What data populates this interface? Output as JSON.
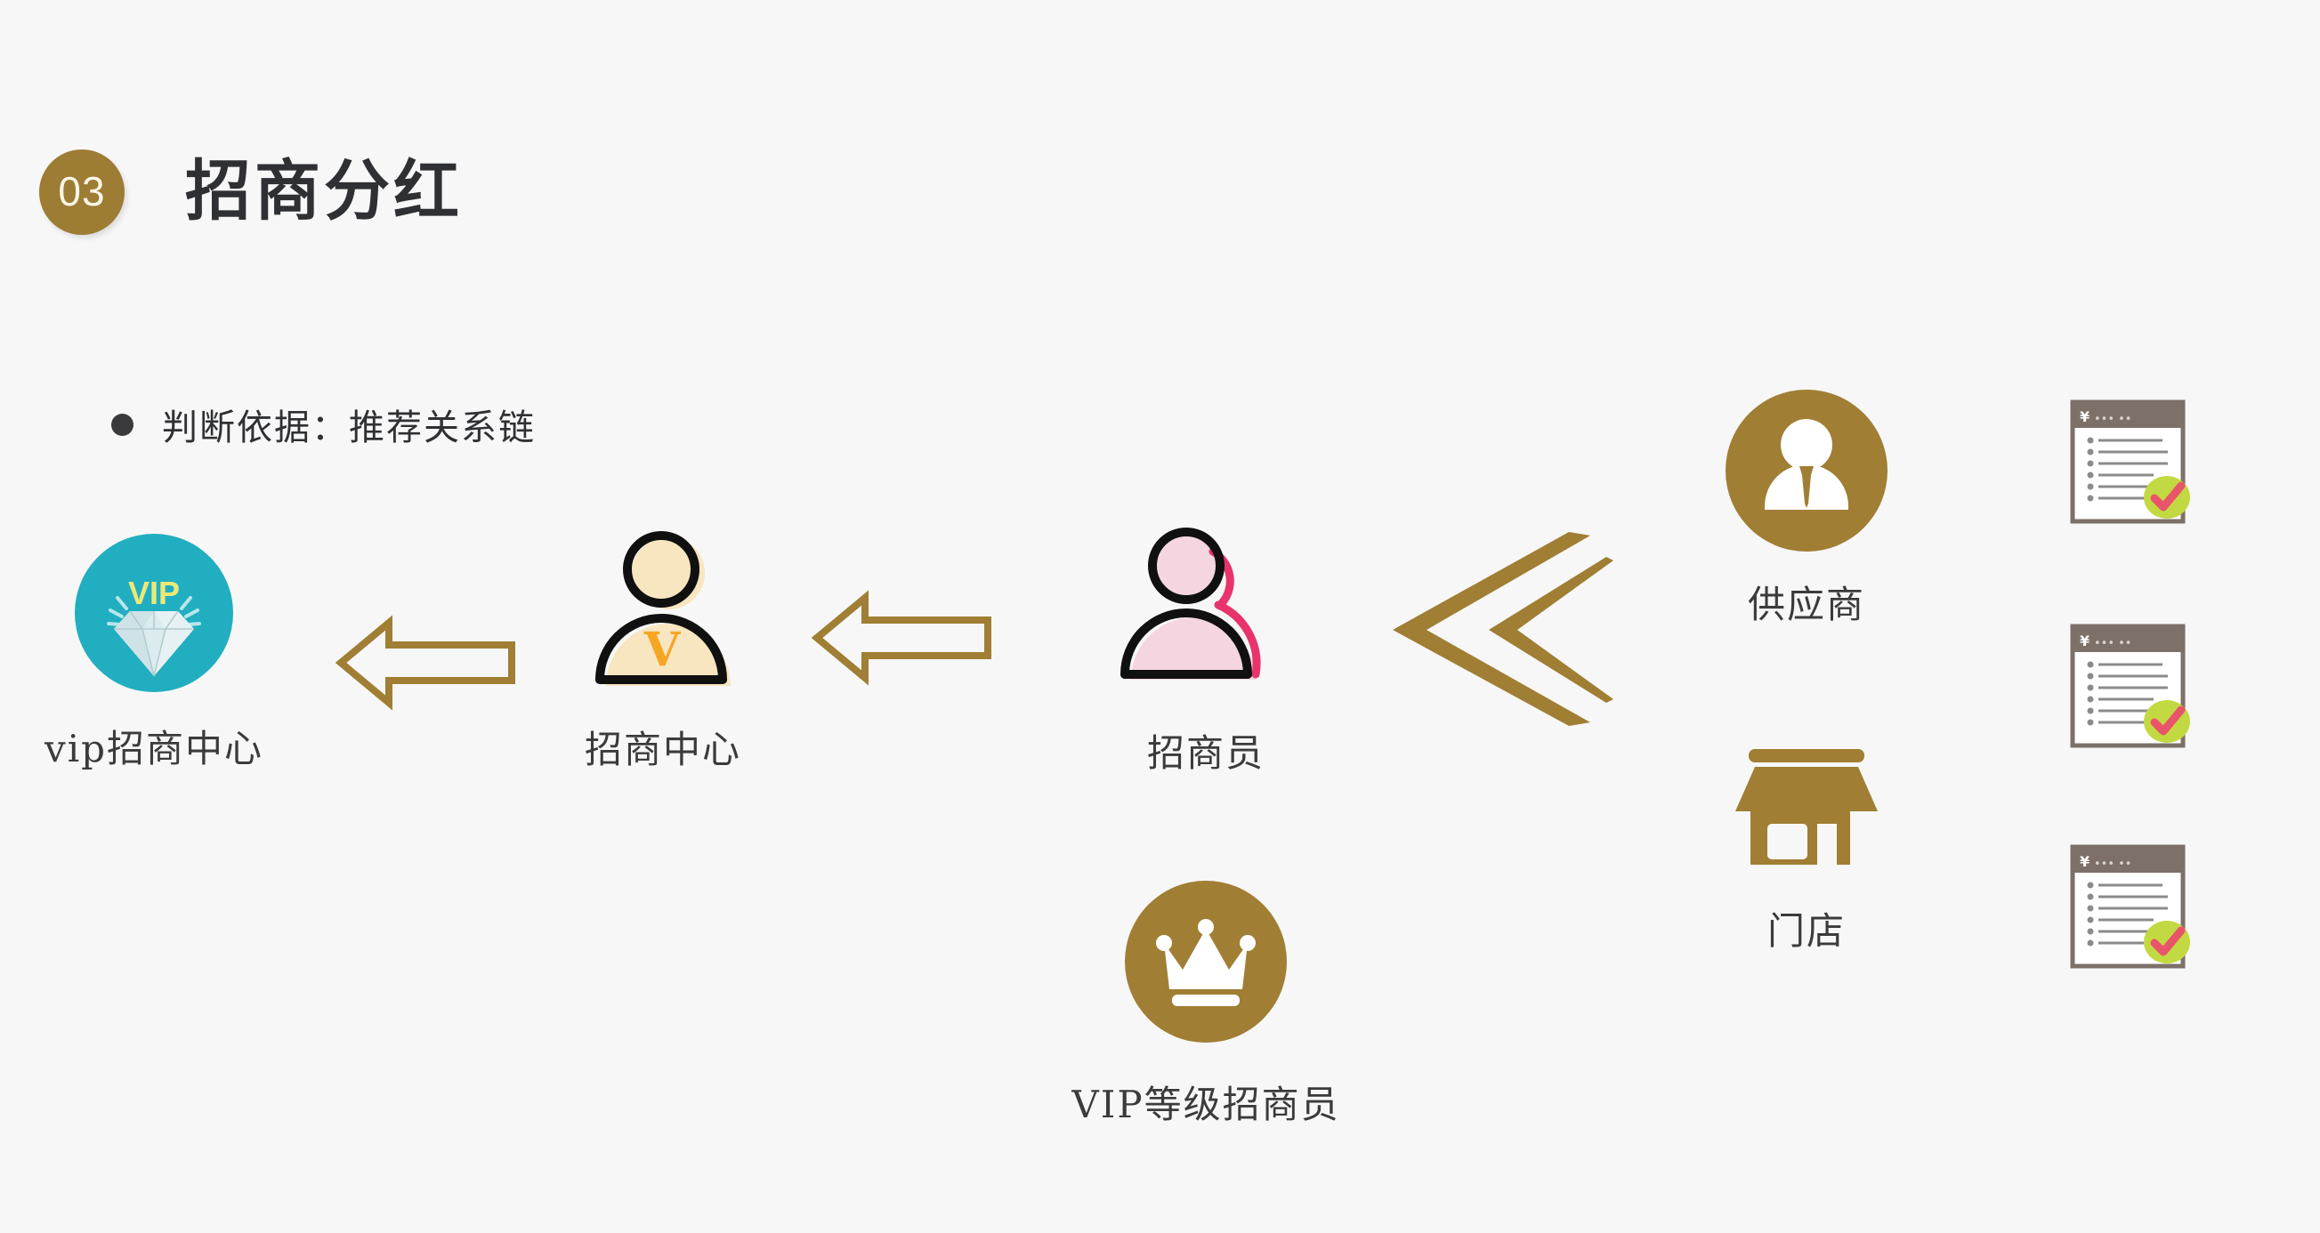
{
  "slide": {
    "background_color": "#f7f7f7",
    "section_number": "03",
    "title": "招商分红",
    "accent_color": "#a07e33",
    "teal_color": "#21aec0",
    "pink_color": "#f2c4d5",
    "crimson_color": "#e8336d",
    "cream_color": "#f7e6c0",
    "orange_color": "#f5a623"
  },
  "bullet": {
    "icon": "bullet-dot-icon",
    "text": "判断依据：推荐关系链"
  },
  "flow": {
    "nodes": [
      {
        "id": "vip-center",
        "label": "vip招商中心",
        "icon": "vip-diamond-icon",
        "badge_text": "VIP"
      },
      {
        "id": "center",
        "label": "招商中心",
        "icon": "person-v-icon",
        "badge_text": "V"
      },
      {
        "id": "agent",
        "label": "招商员",
        "icon": "two-person-icon",
        "badge_text": ""
      },
      {
        "id": "vip-agent",
        "label": "VIP等级招商员",
        "icon": "crown-icon",
        "badge_text": ""
      },
      {
        "id": "supplier",
        "label": "供应商",
        "icon": "businessman-icon",
        "badge_text": ""
      },
      {
        "id": "store",
        "label": "门店",
        "icon": "storefront-icon",
        "badge_text": ""
      }
    ],
    "arrows": [
      {
        "id": "arrow-center-to-vip-center",
        "direction": "left",
        "style": "outline"
      },
      {
        "id": "arrow-agent-to-center",
        "direction": "left",
        "style": "outline"
      },
      {
        "id": "chevron-source-to-agent",
        "direction": "left",
        "style": "double-chevron"
      }
    ]
  },
  "receipts": [
    {
      "id": "receipt-1",
      "header_symbol": "¥",
      "header_dots": "••• ••",
      "line_count": 6,
      "status": "checked",
      "check_color": "#e8556a",
      "badge_color": "#c3d941"
    },
    {
      "id": "receipt-2",
      "header_symbol": "¥",
      "header_dots": "••• ••",
      "line_count": 6,
      "status": "checked",
      "check_color": "#e8556a",
      "badge_color": "#c3d941"
    },
    {
      "id": "receipt-3",
      "header_symbol": "¥",
      "header_dots": "••• ••",
      "line_count": 6,
      "status": "checked",
      "check_color": "#e8556a",
      "badge_color": "#c3d941"
    }
  ]
}
